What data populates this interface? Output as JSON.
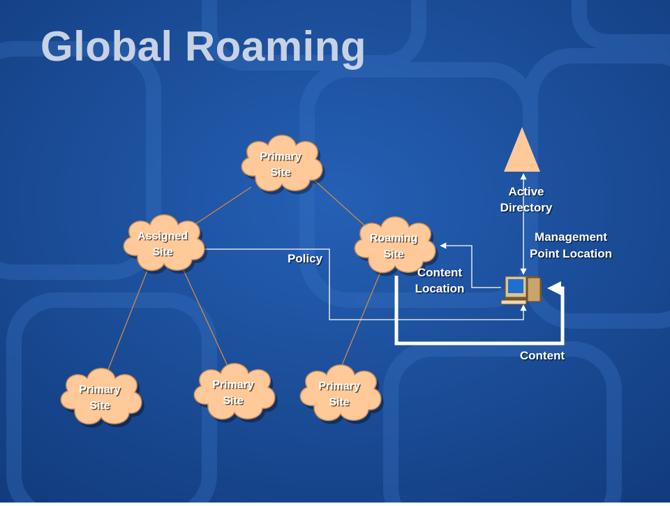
{
  "slide": {
    "title": "Global Roaming"
  },
  "diagram": {
    "sites": {
      "top": {
        "line1": "Primary",
        "line2": "Site"
      },
      "assigned": {
        "line1": "Assigned",
        "line2": "Site"
      },
      "roaming": {
        "line1": "Roaming",
        "line2": "Site"
      },
      "bottom1": {
        "line1": "Primary",
        "line2": "Site"
      },
      "bottom2": {
        "line1": "Primary",
        "line2": "Site"
      },
      "bottom3": {
        "line1": "Primary",
        "line2": "Site"
      }
    },
    "active_directory": {
      "line1": "Active",
      "line2": "Directory"
    },
    "labels": {
      "policy": "Policy",
      "content_location_1": "Content",
      "content_location_2": "Location",
      "management_point_1": "Management",
      "management_point_2": "Point Location",
      "content": "Content"
    },
    "colors": {
      "background": "#1d4f9c",
      "cloud": "#ffc999",
      "triangle": "#ffc999",
      "tree_line": "#d08a4a",
      "arrow": "#ffffff"
    }
  }
}
